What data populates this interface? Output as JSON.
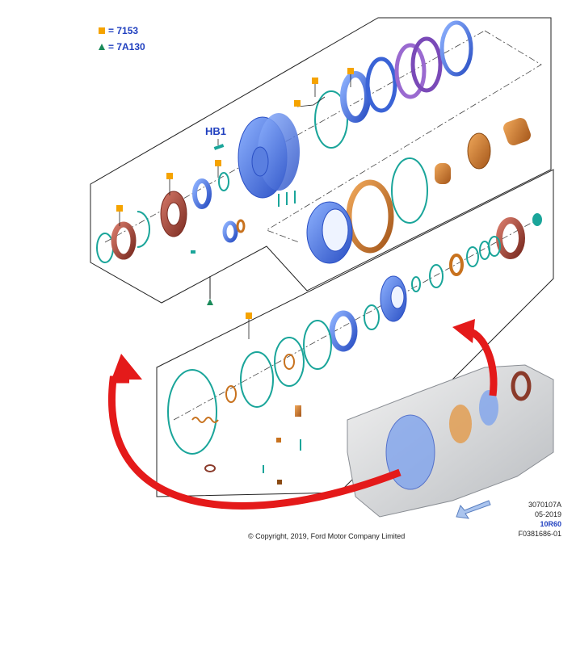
{
  "legend": [
    {
      "symbol": "orange-square",
      "text": "= 7153",
      "color": "#f5a300"
    },
    {
      "symbol": "green-triangle",
      "text": "= 7A130",
      "color": "#1a8a5a"
    }
  ],
  "callout": {
    "label": "HB1"
  },
  "metadata": {
    "illustration_number": "3070107A",
    "date": "05-2019",
    "model": "10R60",
    "figure_id": "F0381686-01"
  },
  "copyright": "© Copyright, 2019, Ford Motor Company Limited",
  "colors": {
    "blue_part": "#3a63d6",
    "copper_part": "#c8721e",
    "brown_part": "#8a3a2a",
    "teal_ring": "#1aa59a",
    "arrow": "#e41a1a",
    "orange_marker": "#f5a300",
    "green_marker": "#1a8a5a",
    "text_blue": "#1f3fbf"
  }
}
